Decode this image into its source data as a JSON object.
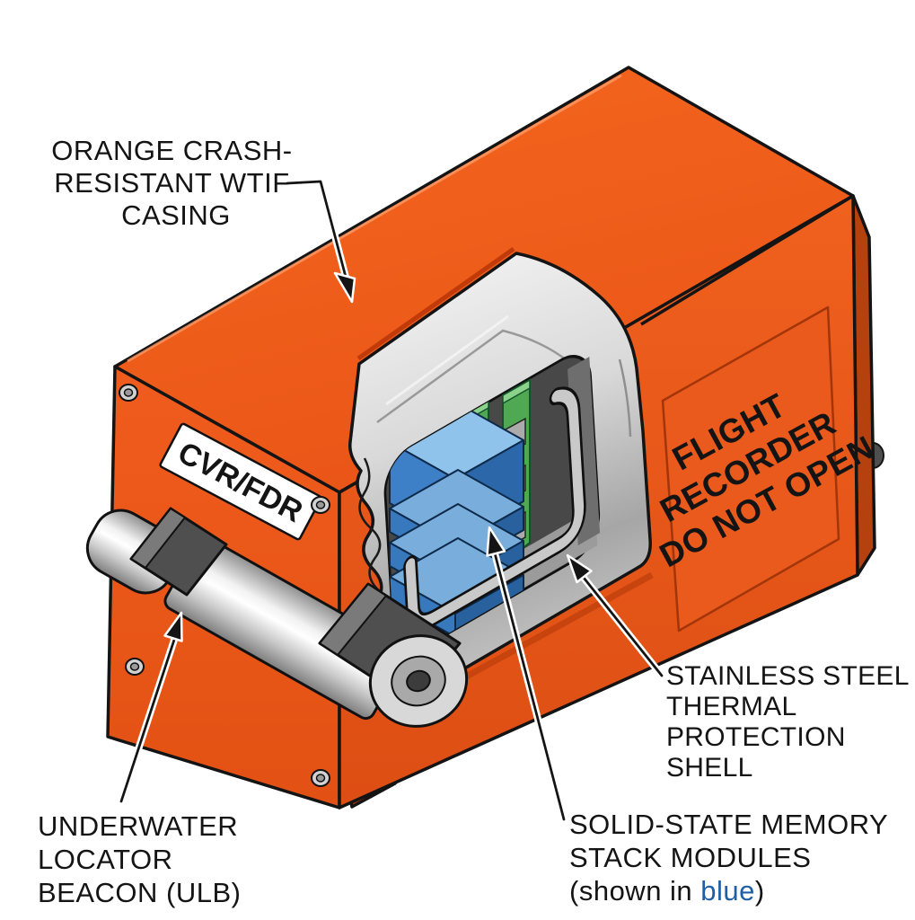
{
  "diagram": {
    "subject": "flight-recorder-cutaway",
    "labels": {
      "casing": {
        "lines": [
          "ORANGE CRASH-",
          "RESISTANT WTIF",
          "CASING"
        ]
      },
      "ulb": {
        "lines": [
          "UNDERWATER",
          "LOCATOR",
          "BEACON (ULB)"
        ]
      },
      "memory": {
        "lines": [
          "SOLID-STATE MEMORY",
          "STACK MODULES"
        ],
        "line3_prefix": "(shown in ",
        "line3_blue": "blue",
        "line3_suffix": ")"
      },
      "shell": {
        "lines": [
          "STAINLESS STEEL",
          "THERMAL",
          "PROTECTION",
          "SHELL"
        ]
      },
      "panel": {
        "lines": [
          "FLIGHT",
          "RECORDER",
          "DO NOT OPEN"
        ]
      },
      "device_label": "CVR/FDR"
    },
    "colors": {
      "casing_orange": "#EE5A1C",
      "casing_orange_dark": "#C8440F",
      "shell_silver": "#C9C9C9",
      "memory_blue": "#3E80C7",
      "pcb_green": "#4FA852",
      "text_black": "#141414",
      "blue_word": "#1F5FA8"
    }
  }
}
